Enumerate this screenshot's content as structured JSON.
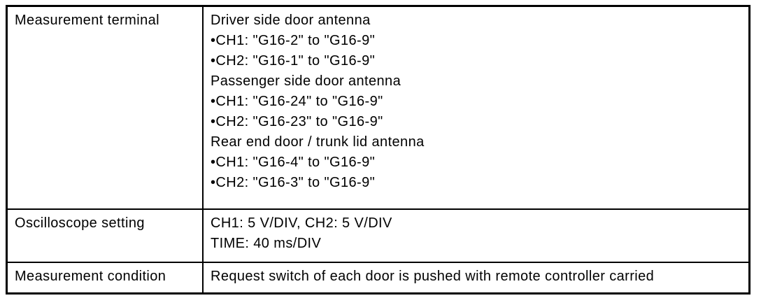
{
  "colors": {
    "border": "#000000",
    "text": "#000000",
    "background": "#ffffff"
  },
  "table": {
    "rows": [
      {
        "label": "Measurement terminal",
        "lines": [
          "Driver side door antenna",
          "•CH1: \"G16-2\" to \"G16-9\"",
          "•CH2: \"G16-1\" to \"G16-9\"",
          "Passenger side door antenna",
          "•CH1: \"G16-24\" to \"G16-9\"",
          "•CH2: \"G16-23\" to \"G16-9\"",
          "Rear end door / trunk lid antenna",
          "•CH1: \"G16-4\" to \"G16-9\"",
          "•CH2: \"G16-3\" to \"G16-9\""
        ]
      },
      {
        "label": "Oscilloscope setting",
        "lines": [
          "CH1: 5 V/DIV, CH2: 5 V/DIV",
          "TIME: 40 ms/DIV"
        ]
      },
      {
        "label": "Measurement condition",
        "lines": [
          "Request switch of each door is pushed with remote controller carried"
        ]
      }
    ]
  }
}
